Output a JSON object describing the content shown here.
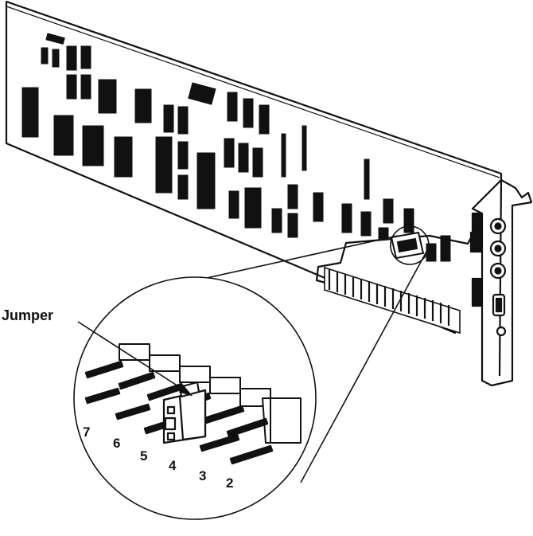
{
  "callout": {
    "label": "Jumper"
  },
  "pin_numbers": [
    "7",
    "6",
    "5",
    "4",
    "3",
    "2"
  ],
  "colors": {
    "ink": "#111111",
    "paper": "#ffffff"
  },
  "parts": [
    "adapter-card",
    "mounting-bracket",
    "edge-connector",
    "magnifier-circle",
    "jumper-block",
    "pin-header"
  ]
}
